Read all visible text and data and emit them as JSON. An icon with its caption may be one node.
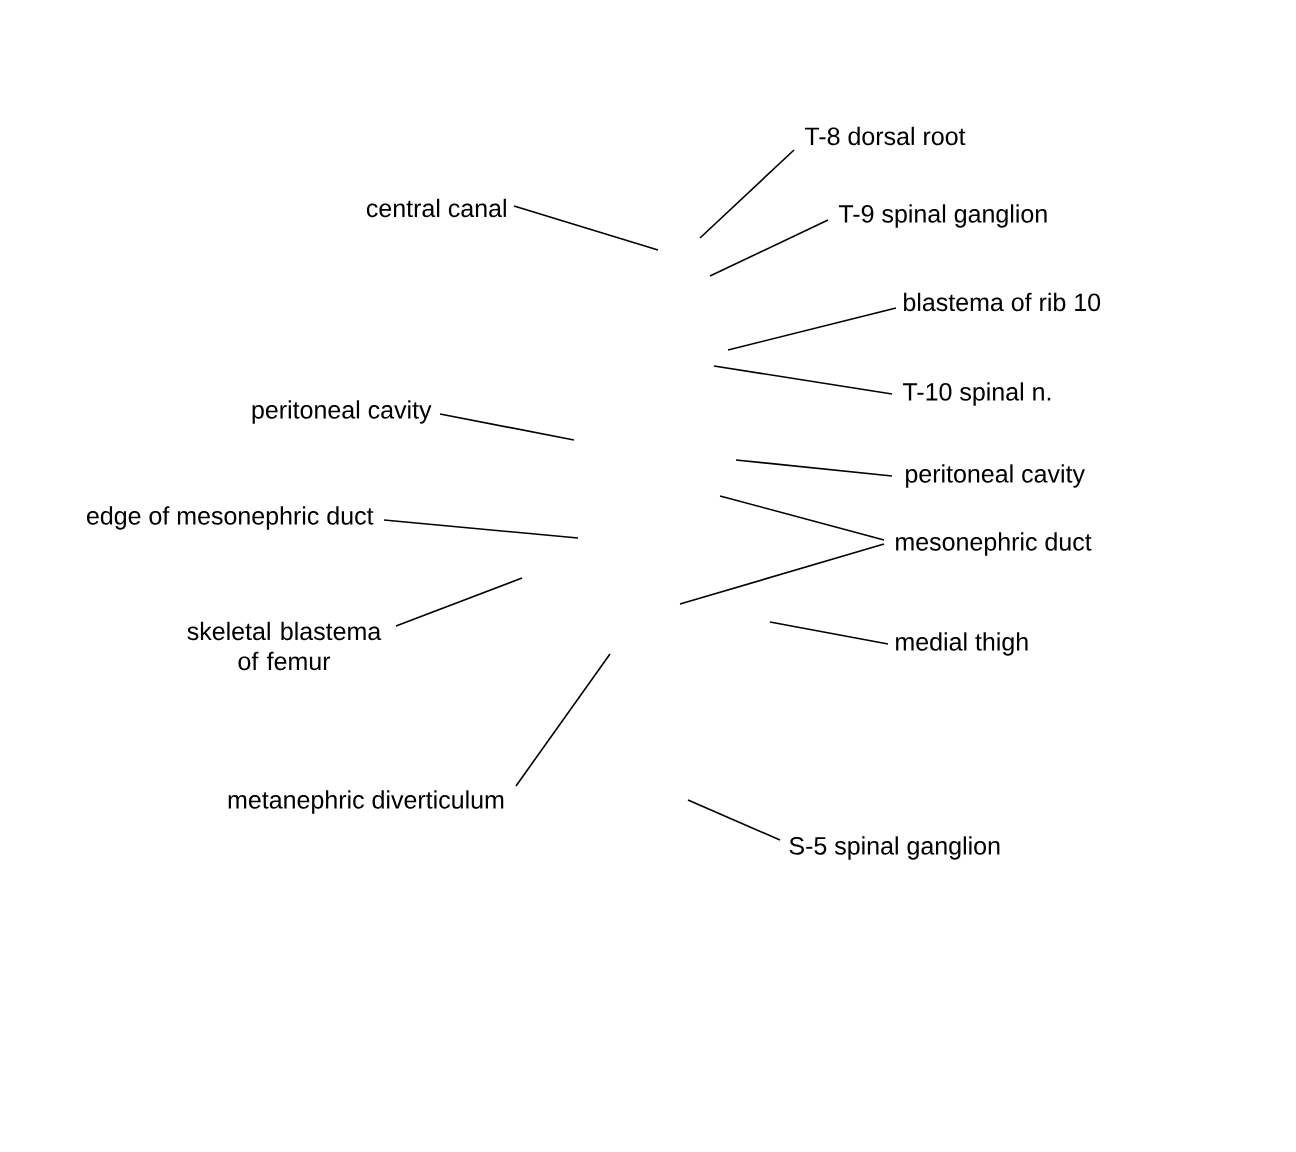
{
  "diagram": {
    "nodes": [
      {
        "text": [
          "T-8 dorsal root"
        ]
      },
      {
        "text": [
          "central canal"
        ]
      },
      {
        "text": [
          "T-9 spinal ganglion"
        ]
      },
      {
        "text": [
          "blastema of rib 10"
        ]
      },
      {
        "text": [
          "T-10 spinal n."
        ]
      },
      {
        "text": [
          "peritoneal cavity"
        ]
      },
      {
        "text": [
          "peritoneal cavity"
        ]
      },
      {
        "text": [
          "edge of mesonephric duct"
        ]
      },
      {
        "text": [
          "mesonephric duct"
        ]
      },
      {
        "text": [
          "skeletal blastema of femur"
        ]
      },
      {
        "text": [
          "medial thigh"
        ]
      },
      {
        "text": [
          "metanephric diverticulum"
        ]
      },
      {
        "text": [
          "S-5 spinal ganglion"
        ]
      }
    ],
    "edges": [
      {
        "from": 0,
        "to": null,
        "arrow": "none"
      },
      {
        "from": 1,
        "to": null,
        "arrow": "none"
      },
      {
        "from": 2,
        "to": null,
        "arrow": "none"
      },
      {
        "from": 3,
        "to": null,
        "arrow": "none"
      },
      {
        "from": 4,
        "to": null,
        "arrow": "none"
      },
      {
        "from": 5,
        "to": null,
        "arrow": "none"
      },
      {
        "from": 6,
        "to": null,
        "arrow": "none"
      },
      {
        "from": 7,
        "to": null,
        "arrow": "none"
      },
      {
        "from": 8,
        "to": null,
        "arrow": "none"
      },
      {
        "from": 8,
        "to": null,
        "arrow": "none"
      },
      {
        "from": 9,
        "to": null,
        "arrow": "none"
      },
      {
        "from": 10,
        "to": null,
        "arrow": "none"
      },
      {
        "from": 11,
        "to": null,
        "arrow": "none"
      },
      {
        "from": 12,
        "to": null,
        "arrow": "none"
      }
    ]
  }
}
